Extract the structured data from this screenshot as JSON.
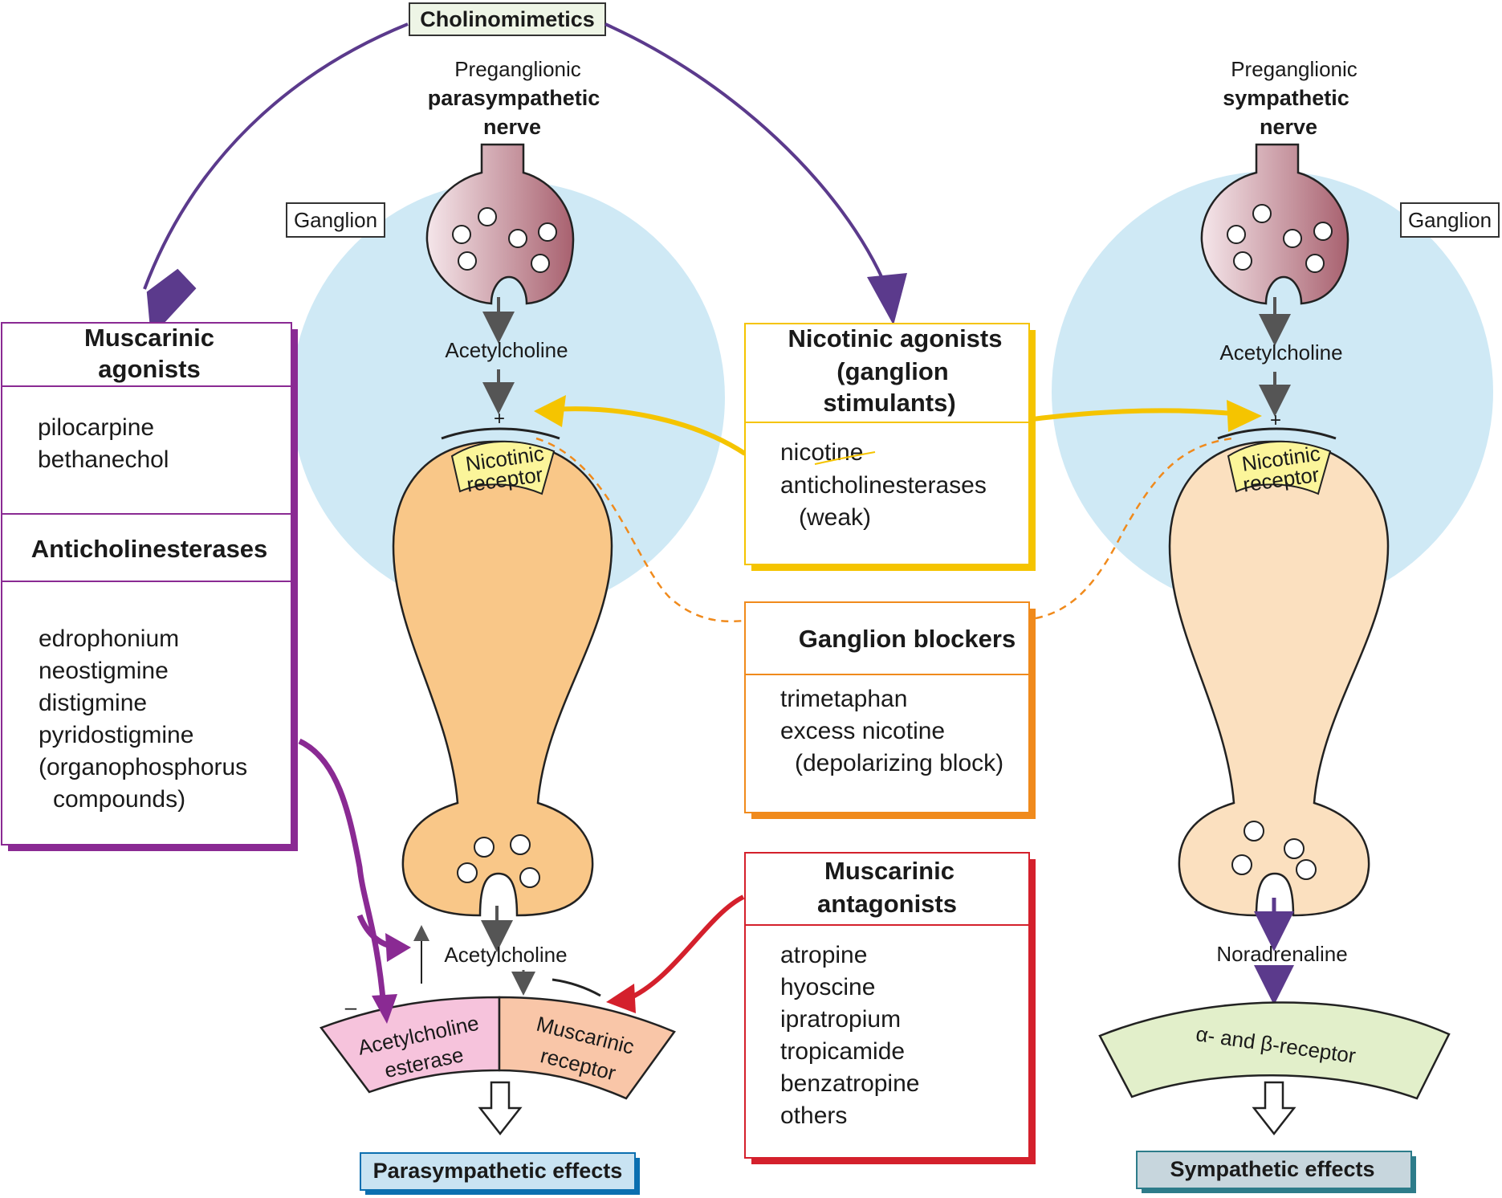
{
  "title": "Cholinomimetics",
  "left_nerve": {
    "line1": "Preganglionic",
    "line2": "parasympathetic",
    "line3": "nerve"
  },
  "right_nerve": {
    "line1": "Preganglionic",
    "line2": "sympathetic",
    "line3": "nerve"
  },
  "ganglion_left": "Ganglion",
  "ganglion_right": "Ganglion",
  "left_neuron": {
    "transmitter_top": "Acetylcholine",
    "plus": "+",
    "receptor_line1": "Nicotinic",
    "receptor_line2": "receptor",
    "transmitter_bottom": "Acetylcholine",
    "minus": "–"
  },
  "right_neuron": {
    "transmitter_top": "Acetylcholine",
    "plus": "+",
    "receptor_line1": "Nicotinic",
    "receptor_line2": "receptor",
    "transmitter_bottom": "Noradrenaline"
  },
  "muscarinic_agonists": {
    "title_line1": "Muscarinic",
    "title_line2": "agonists",
    "items": [
      "pilocarpine",
      "bethanechol"
    ],
    "color": "#8a2a93"
  },
  "anticholinesterases": {
    "title": "Anticholinesterases",
    "items": [
      "edrophonium",
      "neostigmine",
      "distigmine",
      "pyridostigmine",
      "(organophosphorus",
      "compounds)"
    ]
  },
  "nicotinic_agonists": {
    "title_line1": "Nicotinic agonists",
    "title_line2": "(ganglion",
    "title_line3": "stimulants)",
    "items": [
      "nicotine",
      "anticholinesterases",
      "(weak)"
    ],
    "color": "#f5c400"
  },
  "ganglion_blockers": {
    "title": "Ganglion blockers",
    "items": [
      "trimetaphan",
      "excess nicotine",
      "(depolarizing block)"
    ],
    "color": "#f08a1c"
  },
  "muscarinic_antagonists": {
    "title_line1": "Muscarinic",
    "title_line2": "antagonists",
    "items": [
      "atropine",
      "hyoscine",
      "ipratropium",
      "tropicamide",
      "benzatropine",
      "others"
    ],
    "color": "#d4202c"
  },
  "ache_receptor": {
    "line1": "Acetylcholine",
    "line2": "esterase"
  },
  "muscarinic_receptor": {
    "line1": "Muscarinic",
    "line2": "receptor"
  },
  "adrenoceptor": "α- and β-receptor",
  "parasympathetic_effects": "Parasympathetic effects",
  "sympathetic_effects": "Sympathetic effects",
  "colors": {
    "ganglion": "#cfe9f5",
    "presynaptic": "#a8616f",
    "neuron_left": "#f9c788",
    "neuron_right": "#fbe0bf",
    "receptor_yellow": "#fbf59a",
    "ache": "#f6c3dc",
    "muscarinic": "#f9c6a8",
    "adrenoceptor": "#e2efca",
    "purple": "#5b3a8c"
  }
}
